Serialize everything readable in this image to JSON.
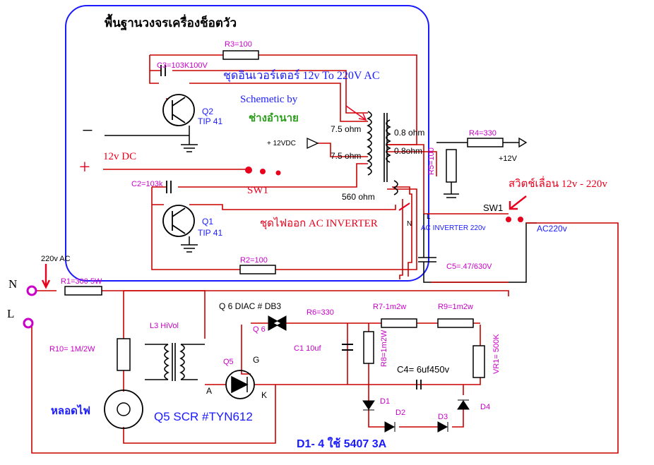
{
  "title": "พื้นฐานวงจรเครื่องช็อตวัว",
  "inverter_title": "ชุดอินเวอร์เตอร์ 12v To 220V AC",
  "credit_line1": "Schemetic by",
  "credit_line2": "ช่างอำนาย",
  "switch_caption": "สวิตช์เลื่อน 12v - 220v",
  "output_caption": "ชุดไฟออก AC INVERTER",
  "lamp_label": "หลอดไฟ",
  "components": {
    "r3": "R3=100",
    "c3": "C3=103K100V",
    "q2": "Q2",
    "tip41_top": "TIP 41",
    "c2": "C2=103k",
    "q1": "Q1",
    "tip41_bot": "TIP 41",
    "r2": "R2=100",
    "v12vdc": "+ 12VDC",
    "ohm75_a": "7.5 ohm",
    "ohm75_b": "7.5 ohm",
    "ohm560": "560 ohm",
    "ohm08_a": "0.8 ohm",
    "ohm08_b": "0.8ohm",
    "r4": "R4=330",
    "plus12v": "+12V",
    "r5": "R5=100",
    "acinv": "AC INVERTER 220v",
    "n_tap": "N",
    "l_tap": "L",
    "sw1_top": "SW1",
    "ac220": "AC220v",
    "c5": "C5=.47/630V",
    "dc12": "12v DC",
    "minus": "−",
    "plus": "+",
    "sw1_left": "SW1",
    "v220ac": "220v AC",
    "n_term": "N",
    "l_term": "L",
    "r1": "R1=300  5W",
    "r10": "R10= 1M/2W",
    "l3": "L3 HiVol",
    "q6": "Q 6",
    "diac": "Q 6  DIAC # DB3",
    "r6": "R6=330",
    "r7": "R7-1m2w",
    "r9": "R9=1m2w",
    "c1": "C1  10uf",
    "r8": "R8=1m2W",
    "c4": "C4= 6uf450v",
    "vr1": "VR1= 500K",
    "q5": "Q5",
    "g": "G",
    "a": "A",
    "k": "K",
    "d1": "D1",
    "d2": "D2",
    "d3": "D3",
    "d4": "D4",
    "scr": "Q5 SCR #TYN612",
    "diodes": "D1- 4 ใช้ 5407   3A"
  },
  "colors": {
    "frame": "#1a1aff",
    "wire": "#cc0000",
    "wire_bright": "#e8001c",
    "label_magenta": "#c800c8",
    "label_blue": "#1a1aff",
    "green": "#2a9d1a",
    "black": "#000000"
  }
}
